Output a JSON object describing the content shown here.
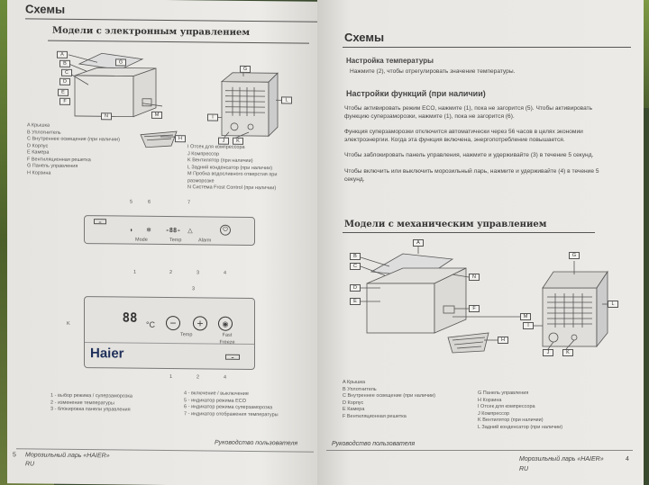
{
  "left": {
    "header": "Схемы",
    "subheader": "Модели с электронным управлением",
    "legend_left": [
      "A Крышка",
      "B Уплотнитель",
      "C Внутреннее освещение (при наличии)",
      "D Корпус",
      "E Камера",
      "F Вентиляционная решетка",
      "G Панель управления",
      "H Корзина"
    ],
    "legend_right": [
      "I   Отсек для компрессора",
      "J   Компрессор",
      "K  Вентилятор (при наличии)",
      "L   Задний конденсатор (при наличии)",
      "M    Пробка водосливного отверстия при разморозке",
      "N  Система Frost Control (при наличии)"
    ],
    "diagram_labels": [
      "A",
      "B",
      "C",
      "D",
      "E",
      "F",
      "G",
      "H",
      "I",
      "J",
      "K",
      "L",
      "M",
      "N"
    ],
    "top_panel_numbers": [
      "5",
      "6",
      "7"
    ],
    "top_panel_display": "-88-",
    "top_panel_captions": [
      "Mode",
      "Temp",
      "Alarm"
    ],
    "top_panel_bottom_numbers": [
      "1",
      "2",
      "3",
      "4"
    ],
    "panel_display": "88",
    "panel_unit": "°C",
    "panel_number_3": "3",
    "panel_k": "K",
    "panel_temp_label": "Temp",
    "panel_fast_label": "Fast Freeze",
    "brand": "Haier",
    "bottom_numbers": [
      "1",
      "2",
      "4"
    ],
    "notes_left": [
      "1 - выбор режима / суперзаморозка",
      "2 - изменение температуры",
      "3 - блокировка панели управления"
    ],
    "notes_right": [
      "4 - включение / выключение",
      "5 - индикатор режима ECO",
      "6 - индикатор режима суперзаморозка",
      "7 - индикатор отображения температуры"
    ],
    "page_number": "5",
    "footer_title": "Морозильный ларь «HAIER»",
    "footer_lang": "RU",
    "footer_manual": "Руководство пользователя"
  },
  "right": {
    "header": "Схемы",
    "temp_title": "Настройка температуры",
    "temp_text": "Нажмите (2), чтобы отрегулировать значение температуры.",
    "func_title": "Настройки функций (при наличии)",
    "func_text_1": "Чтобы активировать режим ECO, нажмите (1), пока не загорится (5). Чтобы активировать функцию суперзаморозки, нажмите (1), пока не загорится (6).",
    "func_text_2": "Функция суперзаморозки отключится автоматически через 56 часов в целях экономии электроэнергии. Когда эта функция включена, энергопотребление повышается.",
    "func_text_3": "Чтобы заблокировать панель управления, нажмите и удерживайте (3) в течение 5 секунд.",
    "func_text_4": "Чтобы включить или выключить морозильный ларь, нажмите и удерживайте (4) в течение 5 секунд.",
    "mech_title": "Модели с механическим управлением",
    "diagram_labels": [
      "A",
      "B",
      "C",
      "D",
      "E",
      "F",
      "G",
      "H",
      "I",
      "J",
      "K",
      "L",
      "M",
      "N"
    ],
    "legend_left": [
      "A  Крышка",
      "B  Уплотнитель",
      "C  Внутреннее освещение (при наличии)",
      "D  Корпус",
      "E  Камера",
      "F  Вентиляционная решетка"
    ],
    "legend_right": [
      "G  Панель управления",
      "H  Корзина",
      "I   Отсек для компрессора",
      "J   Компрессор",
      "K  Вентилятор (при наличии)",
      "L   Задний конденсатор (при наличии)"
    ],
    "footer_manual": "Руководство пользователя",
    "footer_title": "Морозильный ларь «HAIER»",
    "footer_lang": "RU",
    "page_number": "4"
  }
}
